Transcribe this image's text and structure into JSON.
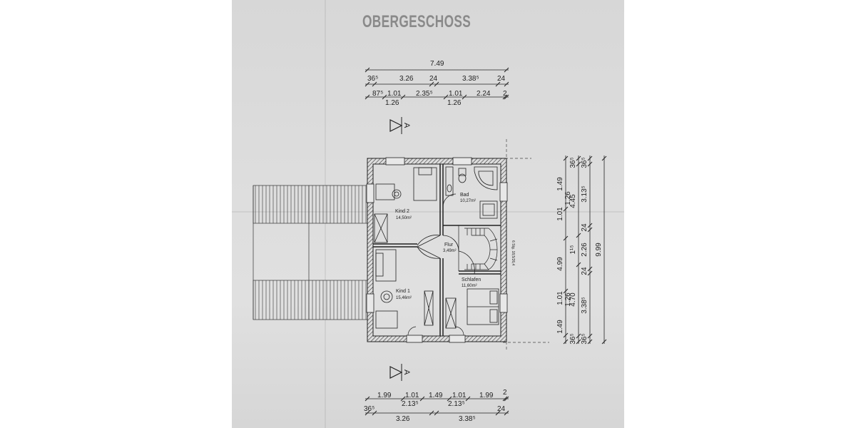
{
  "title": "OBERGESCHOSS",
  "dimensions": {
    "top": {
      "overall": "7.49",
      "row2": [
        "36⁵",
        "3.26",
        "24",
        "3.38⁵",
        "24"
      ],
      "row3_upper": [
        "87⁵",
        "1.01",
        "2.35⁵",
        "1.01",
        "2.24",
        "2"
      ],
      "row3_lower": [
        "1.26",
        "1.26"
      ]
    },
    "bottom": {
      "row1_upper": [
        "1.99",
        "1.01",
        "1.49",
        "1.01",
        "1.99",
        "2"
      ],
      "row1_lower": [
        "2.13⁵",
        "2.13⁵"
      ],
      "row2": [
        "36⁵",
        "3.26",
        "3.38⁵",
        "24"
      ]
    },
    "right": {
      "col1": [
        "1.49",
        "1.01",
        "4.99",
        "1.01",
        "1.49"
      ],
      "col1_sub": [
        "1.26",
        "1.26"
      ],
      "col2": [
        "36⁵",
        "4.45",
        "1¹⁵",
        "4.70",
        "36⁵"
      ],
      "col3": [
        "36⁵",
        "3.13⁵",
        "24",
        "2.26",
        "24",
        "3.38⁵",
        "36⁵"
      ],
      "overall": "9.99",
      "small_note": "6 Stg. 18,5/26,4"
    }
  },
  "rooms": [
    {
      "name": "Kind 2",
      "area": "14,50m²"
    },
    {
      "name": "Bad",
      "area": "10,27m²"
    },
    {
      "name": "Flur",
      "area": "3,49m²"
    },
    {
      "name": "Schlafen",
      "area": "11,60m²"
    },
    {
      "name": "Kind 1",
      "area": "15,46m²"
    }
  ],
  "section_marker": "A"
}
